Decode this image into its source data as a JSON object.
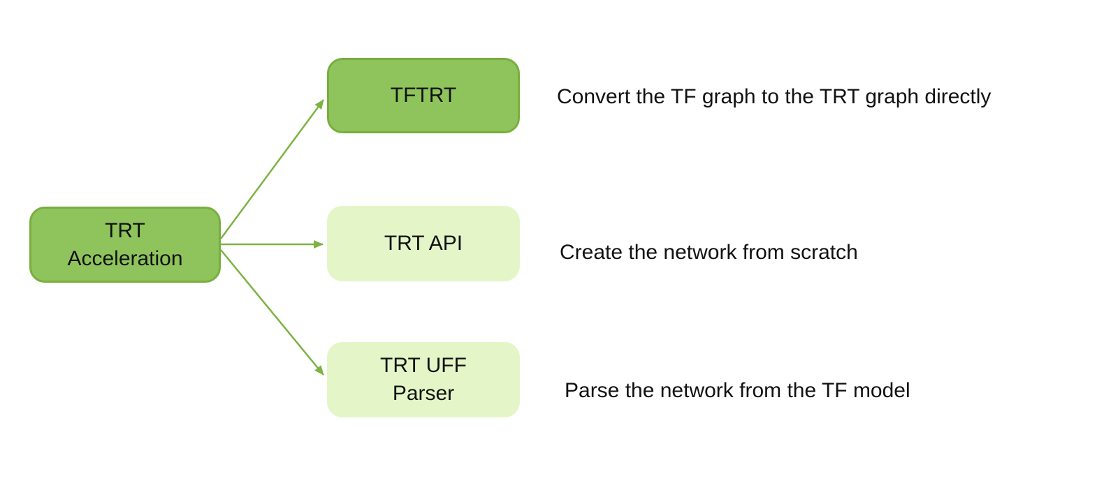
{
  "diagram": {
    "root": {
      "label": "TRT\nAcceleration"
    },
    "nodes": [
      {
        "label": "TFTRT",
        "style": "solid",
        "description": "Convert the TF graph to the TRT graph directly"
      },
      {
        "label": "TRT API",
        "style": "light",
        "description": "Create the network from scratch"
      },
      {
        "label": "TRT UFF\nParser",
        "style": "light",
        "description": "Parse the network from the TF model"
      }
    ]
  },
  "colors": {
    "background": "#ffffff",
    "node_fill_solid": "#8fc45c",
    "node_border_solid": "#79ae3f",
    "node_fill_light": "#e4f6c7",
    "arrow": "#7cb342",
    "text": "#111111"
  }
}
